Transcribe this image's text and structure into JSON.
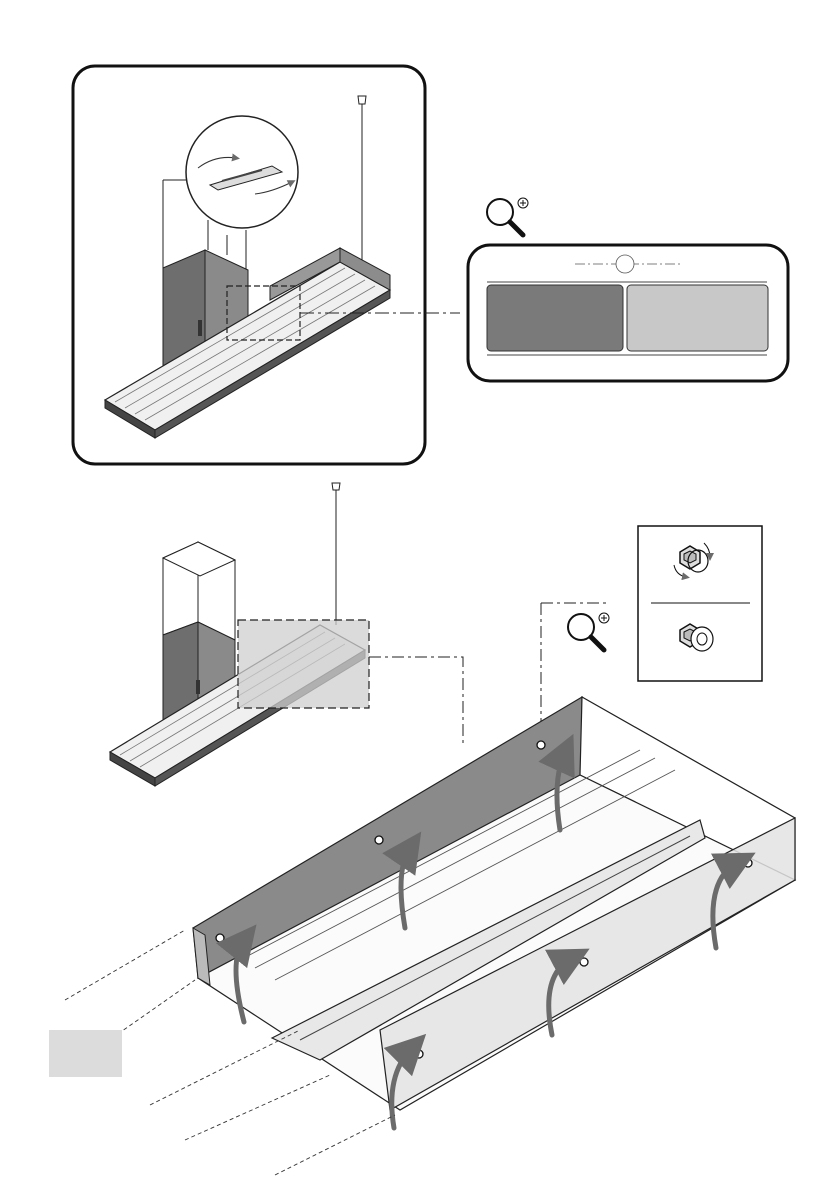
{
  "colors": {
    "background": "#ffffff",
    "line": "#1a1a1a",
    "panel_dark": "#7a7a7a",
    "panel_light": "#c8c8c8",
    "highlight": "#cfcfcf",
    "arrow": "#6b6b6b",
    "tab": "#dcdcdc"
  },
  "icons": {
    "zoom_top": "magnifier-plus-icon",
    "zoom_bottom": "magnifier-plus-icon",
    "screw_loosen": "screw-rotate-icon",
    "screw_removed": "screw-icon"
  },
  "steps": [
    {
      "id": "overview",
      "frame": "rounded-panel"
    },
    {
      "id": "detail",
      "frame": "rounded-panel"
    },
    {
      "id": "screw-legend",
      "frame": "square-panel"
    }
  ]
}
